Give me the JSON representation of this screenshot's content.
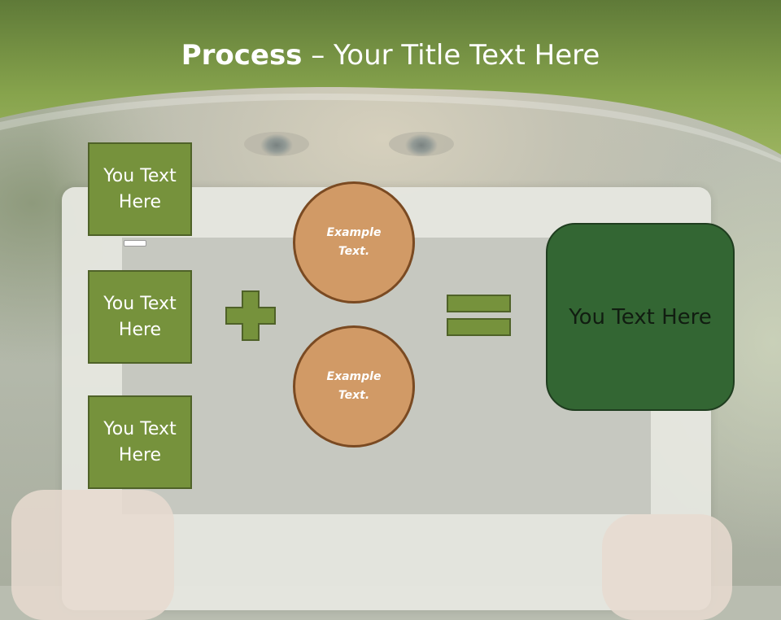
{
  "title": {
    "bold": "Process",
    "rest": " – Your Title Text Here"
  },
  "inputs": [
    {
      "label": "You Text Here"
    },
    {
      "label": "You Text Here"
    },
    {
      "label": "You Text Here"
    }
  ],
  "circles": [
    {
      "label": "Example Text."
    },
    {
      "label": "Example Text."
    }
  ],
  "result": {
    "label": "You Text Here"
  },
  "colors": {
    "header_green": "#7b9a45",
    "box_green": "#76923c",
    "box_border": "#4f6228",
    "circle_fill": "#d19a66",
    "circle_border": "#7a4a22",
    "result_fill": "#336633"
  }
}
